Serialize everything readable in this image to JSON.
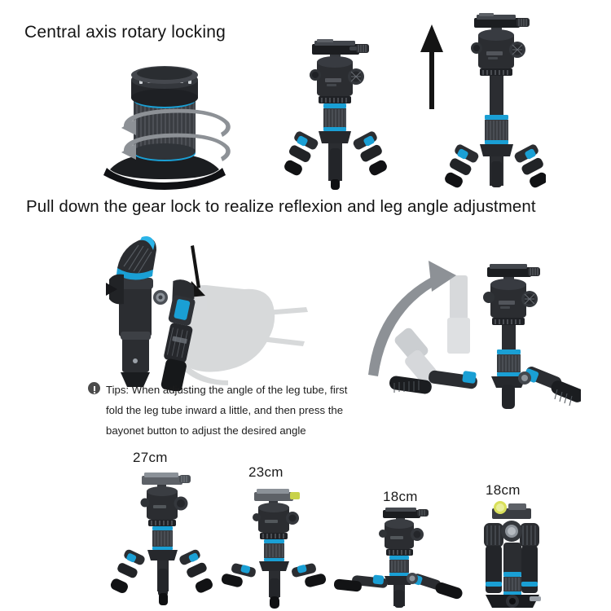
{
  "document": {
    "type": "product-infographic",
    "background_color": "#ffffff",
    "accent_color": "#1a9fd4",
    "body_color": "#2b2d31"
  },
  "sections": {
    "top": {
      "heading": "Central axis rotary locking",
      "figures": [
        {
          "name": "rotary-lock-knob",
          "caption": ""
        },
        {
          "name": "tripod-column-retracted",
          "caption": ""
        },
        {
          "name": "tripod-column-extended",
          "caption": ""
        }
      ],
      "annotations": {
        "rotation_arrows": "curved-rotation-arrows",
        "extend_arrow": "up-arrow"
      }
    },
    "middle": {
      "heading": "Pull down the gear lock to realize reflexion and leg angle adjustment",
      "figures": [
        {
          "name": "gear-lock-closeup",
          "caption": ""
        },
        {
          "name": "tripod-leg-angle-demo",
          "caption": ""
        }
      ],
      "annotations": {
        "hand_silhouette": "hand-silhouette",
        "pull-down-arrow": "down-arrow",
        "leg-swing-arrow": "curved-up-arrow"
      },
      "tips": {
        "icon": "exclamation-circle-icon",
        "lines": [
          "Tips: When adjusting the angle of the leg tube, first",
          "fold the leg tube inward a little, and then press the",
          "bayonet button to adjust the desired angle"
        ]
      }
    },
    "bottom": {
      "configurations": [
        {
          "label": "27cm",
          "name": "tripod-config-27cm"
        },
        {
          "label": "23cm",
          "name": "tripod-config-23cm"
        },
        {
          "label": "18cm",
          "name": "tripod-config-18cm-splayed"
        },
        {
          "label": "18cm",
          "name": "tripod-config-18cm-folded"
        }
      ]
    }
  }
}
